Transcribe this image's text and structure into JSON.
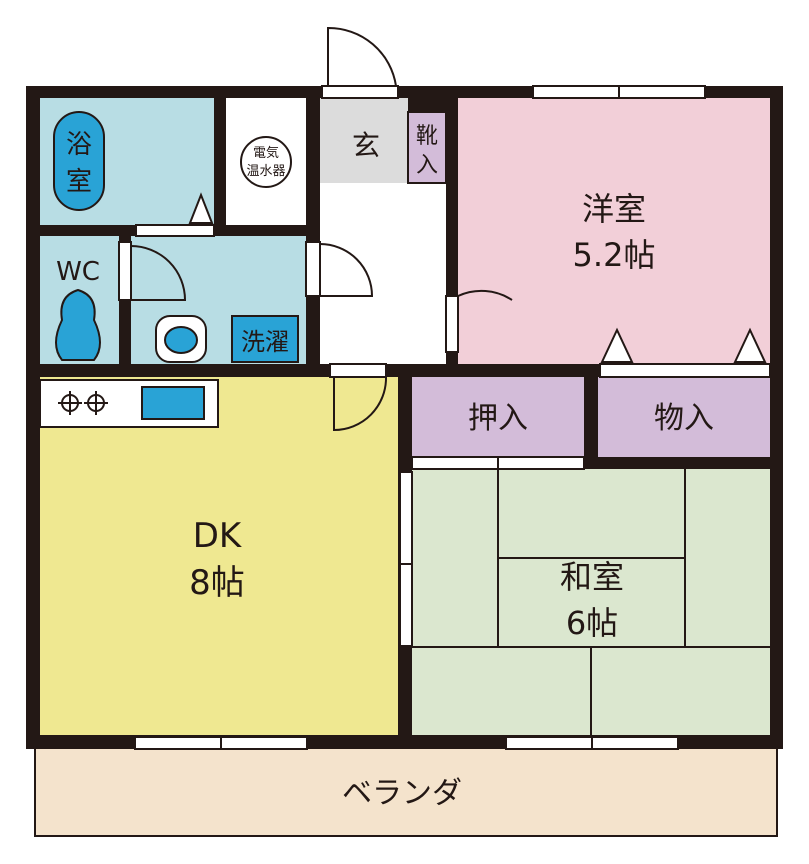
{
  "rooms": {
    "bath": {
      "label": "浴\n室",
      "color": "#b8dde4"
    },
    "heater": {
      "label": "電気\n温水器"
    },
    "wc": {
      "label": "WC",
      "color": "#b8dde4"
    },
    "wash": {
      "label": "洗濯",
      "color": "#b8dde4"
    },
    "entry": {
      "label": "玄",
      "color": "#dcdcdc"
    },
    "shoe": {
      "label": "靴\n入",
      "color": "#d3bcd9"
    },
    "western": {
      "name": "洋室",
      "size": "5.2帖",
      "color": "#f2cfd8"
    },
    "closet": {
      "label": "押入",
      "color": "#d3bcd9"
    },
    "storage": {
      "label": "物入",
      "color": "#d3bcd9"
    },
    "dk": {
      "name": "DK",
      "size": "8帖",
      "color": "#efe891"
    },
    "japanese": {
      "name": "和室",
      "size": "6帖",
      "color": "#dbe7cf"
    },
    "veranda": {
      "label": "ベランダ",
      "color": "#f4e3cc"
    }
  },
  "colors": {
    "wall": "#231815",
    "accent_blue": "#29a3d6"
  }
}
